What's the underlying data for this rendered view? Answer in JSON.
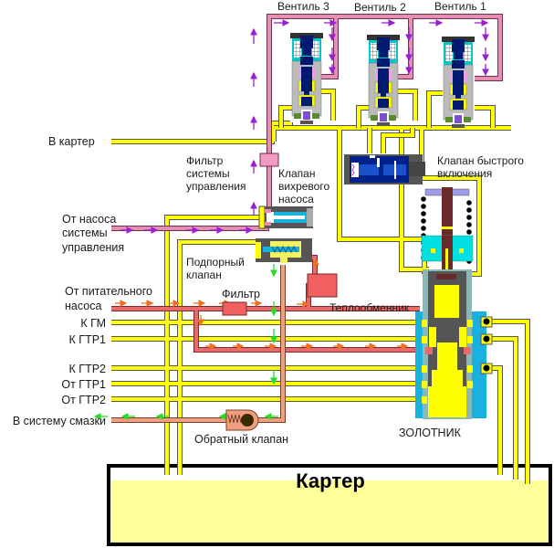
{
  "diagram": {
    "title": "Гидравлическая схема системы управления",
    "colors": {
      "control_line": "#e58fb5",
      "drain_line": "#ffff00",
      "feed_line": "#e86a6a",
      "lube_line": "#f0a080",
      "arrow_control": "#9b1fd1",
      "arrow_feed": "#f07020",
      "arrow_drain": "#22dd22",
      "sump_oil": "#ffff99",
      "spool_blue": "#1ab0e0"
    },
    "valves_top": [
      {
        "label": "Вентиль 3"
      },
      {
        "label": "Вентиль 2"
      },
      {
        "label": "Вентиль 1"
      }
    ],
    "labels": {
      "to_sump": "В картер",
      "control_filter": [
        "Фильтр",
        "системы",
        "управления"
      ],
      "vortex_pump_valve": [
        "Клапан",
        "вихревого",
        "насоса"
      ],
      "quick_valve": [
        "Клапан быстрого",
        "включения"
      ],
      "from_control_pump": [
        "От насоса",
        "системы",
        "управления"
      ],
      "backpressure_valve": [
        "Подпорный",
        "клапан"
      ],
      "from_feed_pump": [
        "От питательного",
        "насоса"
      ],
      "filter": "Фильтр",
      "heat_exchanger": "Теплообменник",
      "to_gm": "К ГМ",
      "to_gtr1": "К ГТР1",
      "to_gtr2": "К ГТР2",
      "from_gtr1": "От ГТР1",
      "from_gtr2": "От ГТР2",
      "to_lube": "В систему смазки",
      "check_valve": "Обратный клапан",
      "spool": "ЗОЛОТНИК",
      "sump": "Картер"
    }
  }
}
